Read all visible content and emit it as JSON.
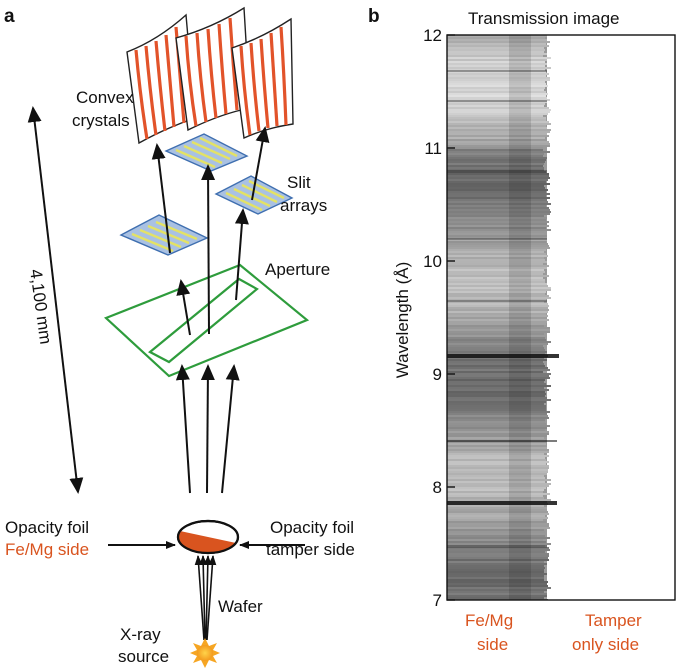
{
  "panel_a": {
    "label": "a",
    "crystals_label": [
      "Convex",
      "crystals"
    ],
    "slit_label": [
      "Slit",
      "arrays"
    ],
    "aperture_label": "Aperture",
    "distance_label": "4,100 mm",
    "foil_left_label": [
      "Opacity foil",
      "Fe/Mg side"
    ],
    "foil_right_label": [
      "Opacity foil",
      "tamper side"
    ],
    "wafer_label": "Wafer",
    "source_label": [
      "X-ray",
      "source"
    ]
  },
  "panel_b": {
    "label": "b",
    "title": "Transmission image",
    "ylabel": "Wavelength (Å)",
    "y_ticks": [
      "12",
      "11",
      "10",
      "9",
      "8",
      "7"
    ],
    "bottom_left_label": [
      "Fe/Mg",
      "side"
    ],
    "bottom_right_label": [
      "Tamper",
      "only side"
    ]
  },
  "colors": {
    "crystal_stripe": "#e2532a",
    "slit_fill": "#a9c1e3",
    "slit_stripe": "#e3e266",
    "aperture": "#2e9c3c",
    "foil_orange": "#d9541f",
    "label_orange": "#d9541f",
    "source": "#f6a623"
  }
}
